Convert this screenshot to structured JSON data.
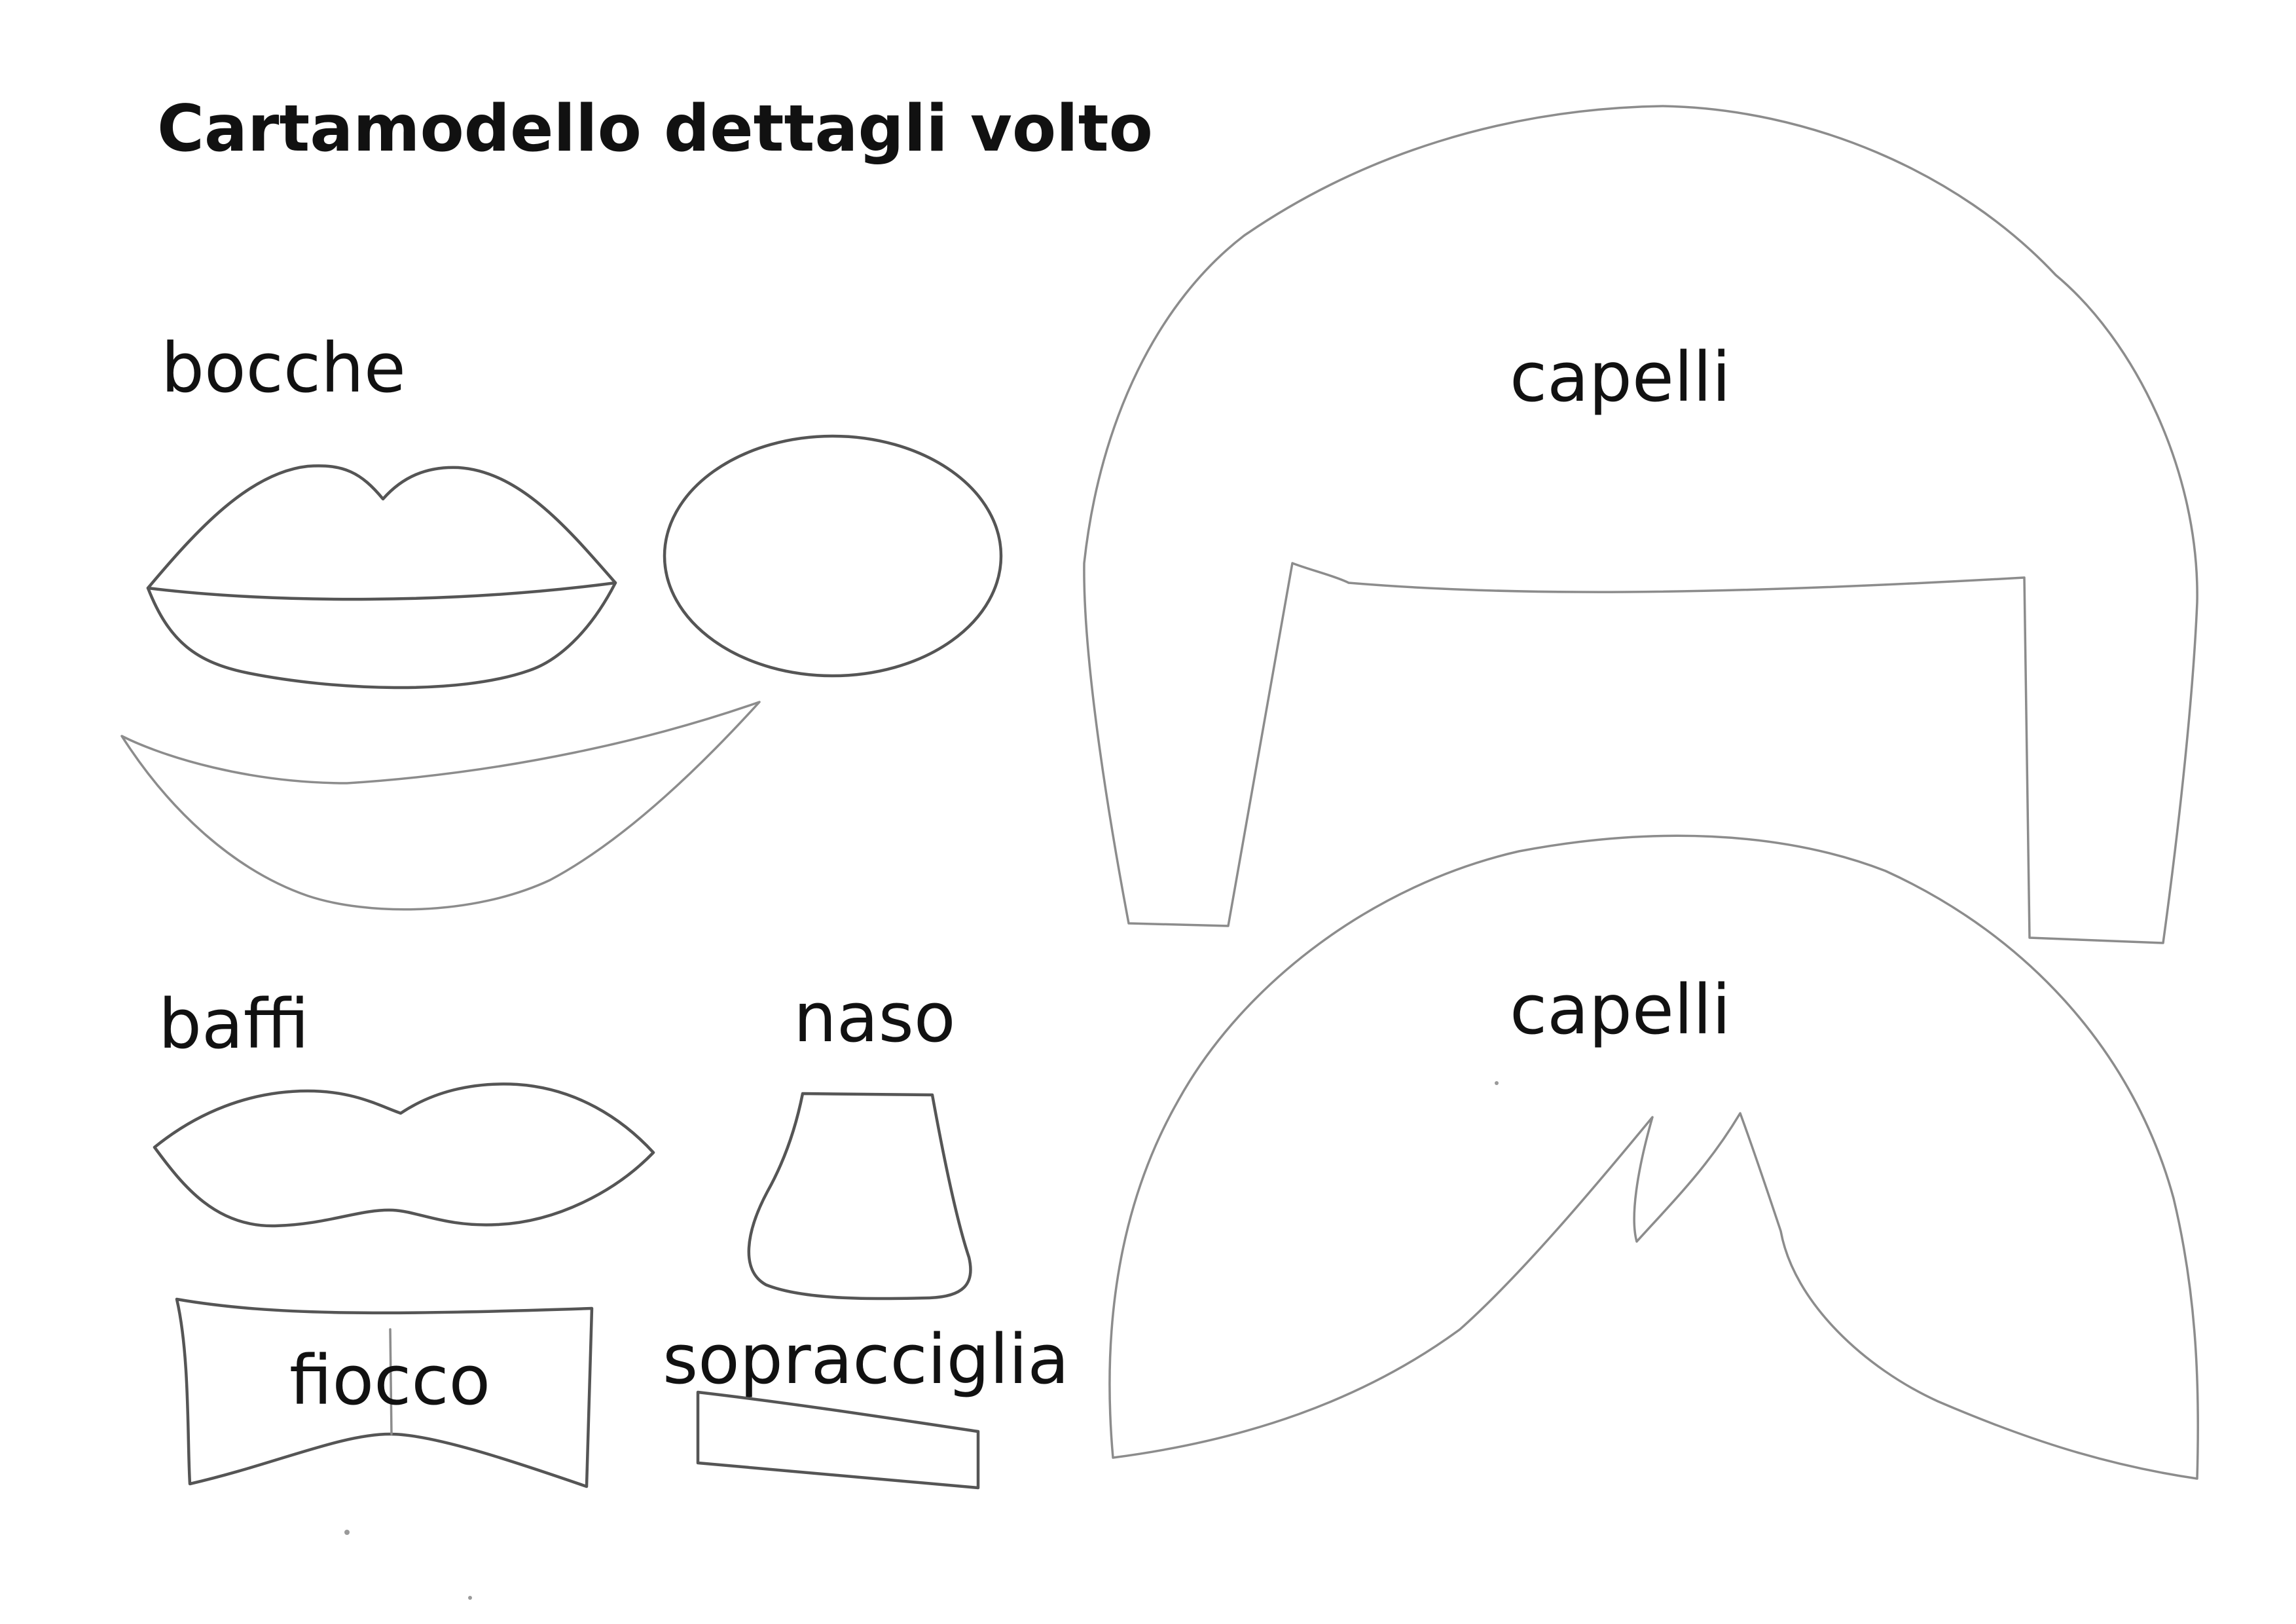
{
  "page": {
    "title": "Cartamodello dettagli volto",
    "background_color": "#ffffff",
    "line_color": "#555555",
    "text_color": "#111111"
  },
  "labels": {
    "bocche": "bocche",
    "baffi": "baffi",
    "naso": "naso",
    "fiocco": "fiocco",
    "sopracciglia": "sopracciglia",
    "capelli_top": "capelli",
    "capelli_bottom": "capelli"
  }
}
